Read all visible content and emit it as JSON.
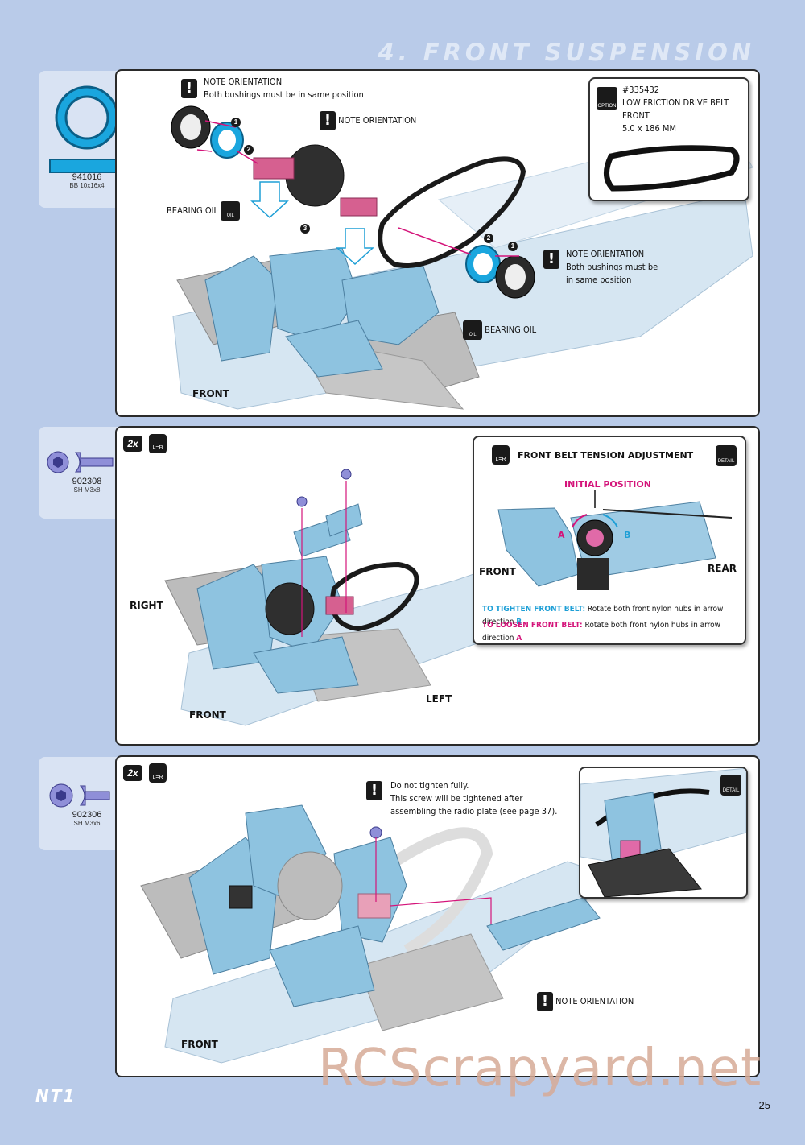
{
  "header": {
    "title": "4. FRONT SUSPENSION"
  },
  "footer": {
    "logo": "NT1",
    "page_number": "25",
    "watermark": "RCScrapyard.net"
  },
  "step1": {
    "part": {
      "code": "941016",
      "desc": "BB 10x16x4"
    },
    "note_top_title": "NOTE ORIENTATION",
    "note_top_text": "Both bushings must be in same position",
    "note_center": "NOTE ORIENTATION",
    "bearing_oil_left": "BEARING OIL",
    "bearing_oil_right": "BEARING OIL",
    "oil_label": "OIL",
    "note_right_title": "NOTE ORIENTATION",
    "note_right_text1": "Both bushings must be",
    "note_right_text2": "in same position",
    "front_label": "FRONT",
    "num1": "1",
    "num2": "2",
    "num3": "3",
    "option": {
      "code": "#335432",
      "name": "LOW FRICTION DRIVE BELT FRONT",
      "size": "5.0 x 186 MM",
      "badge": "OPTION"
    }
  },
  "step2": {
    "part": {
      "code": "902308",
      "desc": "SH M3x8"
    },
    "qty": "2x",
    "lr": "L=R",
    "right_label": "RIGHT",
    "left_label": "LEFT",
    "front_label": "FRONT",
    "inset": {
      "title": "FRONT BELT TENSION ADJUSTMENT",
      "detail": "DETAIL",
      "initial_position": "INITIAL POSITION",
      "a": "A",
      "b": "B",
      "front": "FRONT",
      "rear": "REAR",
      "tighten_label": "TO TIGHTEN FRONT BELT:",
      "tighten_text": "Rotate both front nylon hubs in arrow direction",
      "tighten_dir": "B",
      "loosen_label": "TO LOOSEN FRONT BELT:",
      "loosen_text": "Rotate both front nylon hubs in arrow direction",
      "loosen_dir": "A"
    }
  },
  "step3": {
    "part": {
      "code": "902306",
      "desc": "SH M3x6"
    },
    "qty": "2x",
    "lr": "L=R",
    "note_text1": "Do not tighten fully.",
    "note_text2": "This screw will be tightened after",
    "note_text3": "assembling the radio plate (see page 37).",
    "note_orientation": "NOTE ORIENTATION",
    "front_label": "FRONT",
    "detail": "DETAIL"
  },
  "colors": {
    "background": "#b9cbe9",
    "part_blue": "#8ec3e0",
    "magenta": "#d4147a",
    "cyan": "#1e9fd6"
  }
}
